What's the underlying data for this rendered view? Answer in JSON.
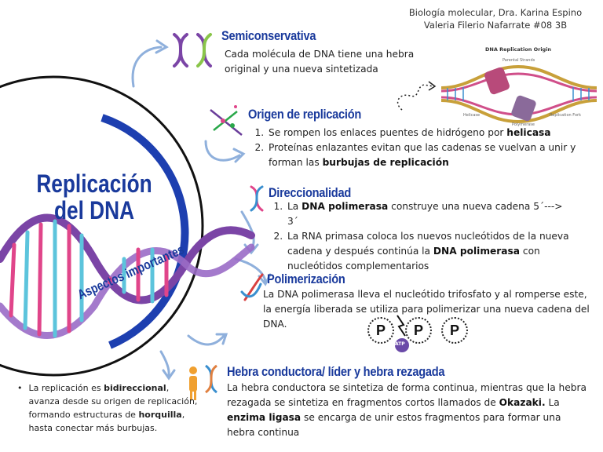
{
  "credits": {
    "line1": "Biología molecular, Dra. Karina Espino",
    "line2": "Valeria Filerio Nafarrate #08 3B"
  },
  "center": {
    "title_line1": "Replicación",
    "title_line2": "del DNA",
    "subtitle": "Aspectos importantes"
  },
  "semiconservativa": {
    "heading": "Semiconservativa",
    "text_line1": "Cada molécula de DNA tiene una hebra",
    "text_line2": "original y una nueva sintetizada"
  },
  "diagram": {
    "caption": "DNA Replication Origin",
    "label_top": "Parental Strands",
    "label_helicase": "Helicase",
    "label_polymerase": "Polymerase",
    "label_replication_fork": "Replication Fork"
  },
  "origen": {
    "heading": "Origen de replicación",
    "item1_text": "Se rompen los enlaces puentes de hidrógeno por ",
    "item1_bold": "helicasa",
    "item2_text": "Proteínas enlazantes evitan que las cadenas se vuelvan a unir y forman las ",
    "item2_bold": "burbujas de replicación"
  },
  "direccionalidad": {
    "heading": "Direccionalidad",
    "item1_pre": "La ",
    "item1_bold": "DNA polimerasa",
    "item1_post": " construye una nueva cadena 5´---> 3´",
    "item2_pre": "La RNA primasa coloca los nuevos nucleótidos de la nueva cadena y después continúa la ",
    "item2_bold": "DNA polimerasa",
    "item2_post": " con nucleótidos complementarios"
  },
  "polimerizacion": {
    "heading": "Polimerización",
    "text": "La DNA polimerasa lleva el nucleótido trifosfato y al romperse este, la energía liberada se utiliza para polimerizar una nueva cadena del DNA.",
    "phosphate": "P",
    "atp_label": "ATP"
  },
  "hebra": {
    "heading": "Hebra conductora/ líder y hebra rezagada",
    "text_pre": "La hebra conductora se sintetiza de forma continua, mientras que la hebra rezagada se sintetiza en fragmentos cortos llamados de ",
    "text_bold1": "Okazaki.",
    "text_mid": " La ",
    "text_bold2": "enzima ligasa",
    "text_post": " se encarga de unir estos fragmentos para formar una hebra continua"
  },
  "note": {
    "pre": "La replicación es ",
    "bold1": "bidireccional",
    "mid": ", avanza desde su origen de replicación, formando estructuras de ",
    "bold2": "horquilla",
    "post": ", hasta conectar más burbujas."
  },
  "colors": {
    "accent": "#1a3a9c",
    "arrow": "#8fb0dc",
    "dna_purple": "#7b45a6",
    "dna_pink": "#e0458a",
    "dna_cyan": "#5cc4dc"
  }
}
